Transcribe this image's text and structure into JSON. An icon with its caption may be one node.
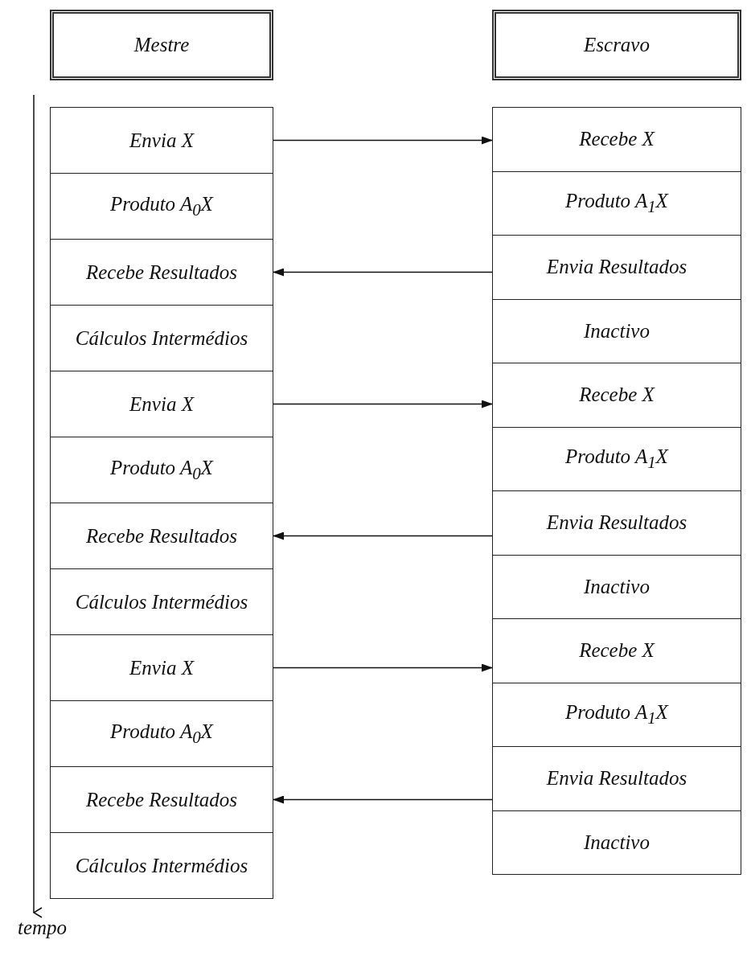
{
  "diagram": {
    "nodes": [
      {
        "text": [
          "Mestre"
        ]
      },
      {
        "text": [
          "Escravo"
        ]
      },
      {
        "text": [
          "Envia X"
        ]
      },
      {
        "text": [
          "Recebe X"
        ]
      },
      {
        "text": [
          "Produto A$_{0}$X"
        ]
      },
      {
        "text": [
          "Produto A$_{1}$X"
        ]
      },
      {
        "text": [
          "Recebe Resultados"
        ]
      },
      {
        "text": [
          "Envia Resultados"
        ]
      },
      {
        "text": [
          "Cálculos Intermédios"
        ]
      },
      {
        "text": [
          "Inactivo"
        ]
      },
      {
        "text": [
          "Envia X"
        ]
      },
      {
        "text": [
          "Recebe X"
        ]
      },
      {
        "text": [
          "Produto A$_{0}$X"
        ]
      },
      {
        "text": [
          "Produto A$_{1}$X"
        ]
      },
      {
        "text": [
          "Recebe Resultados"
        ]
      },
      {
        "text": [
          "Envia Resultados"
        ]
      },
      {
        "text": [
          "Cálculos Intermédios"
        ]
      },
      {
        "text": [
          "Inactivo"
        ]
      },
      {
        "text": [
          "Envia X"
        ]
      },
      {
        "text": [
          "Recebe X"
        ]
      },
      {
        "text": [
          "Produto A$_{0}$X"
        ]
      },
      {
        "text": [
          "Produto A$_{1}$X"
        ]
      },
      {
        "text": [
          "Recebe Resultados"
        ]
      },
      {
        "text": [
          "Envia Resultados"
        ]
      },
      {
        "text": [
          "Cálculos Intermédios"
        ]
      },
      {
        "text": [
          "Inactivo"
        ]
      }
    ],
    "edges": [
      {
        "from": 2,
        "to": 3,
        "arrow": "to"
      },
      {
        "from": 7,
        "to": 6,
        "arrow": "to"
      },
      {
        "from": 10,
        "to": 11,
        "arrow": "to"
      },
      {
        "from": 15,
        "to": 14,
        "arrow": "to"
      },
      {
        "from": 18,
        "to": 19,
        "arrow": "to"
      },
      {
        "from": 23,
        "to": 22,
        "arrow": "to"
      }
    ],
    "labels": [
      "tempo"
    ]
  }
}
